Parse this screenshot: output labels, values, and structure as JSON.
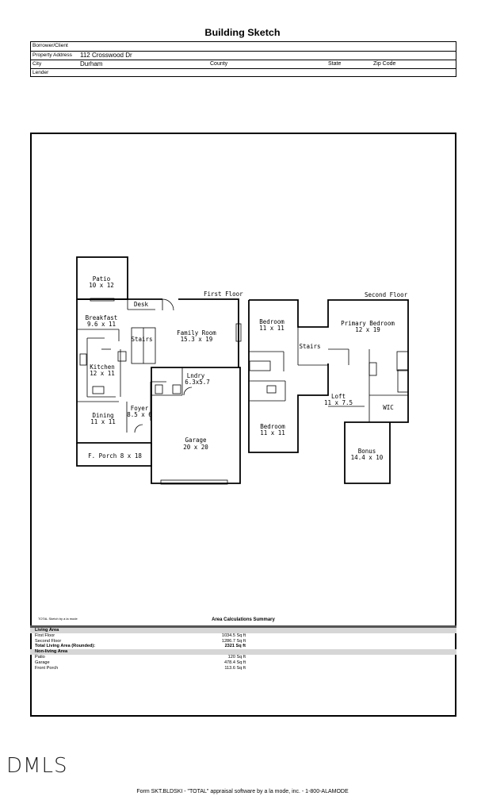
{
  "header": {
    "title": "Building Sketch",
    "borrower_label": "Borrower/Client",
    "borrower_value": "",
    "property_label": "Property Address",
    "property_value": "112 Crosswood Dr",
    "city_label": "City",
    "city_value": "Durham",
    "county_label": "County",
    "state_label": "State",
    "zip_label": "Zip Code",
    "lender_label": "Lender"
  },
  "sketch": {
    "first_floor_label": "First Floor",
    "second_floor_label": "Second Floor",
    "rooms": {
      "patio": [
        "Patio",
        "10 x 12"
      ],
      "desk": [
        "Desk"
      ],
      "breakfast": [
        "Breakfast",
        "9.6 x 11"
      ],
      "stairs1": [
        "Stairs"
      ],
      "family": [
        "Family Room",
        "15.3 x 19"
      ],
      "kitchen": [
        "Kitchen",
        "12 x 11"
      ],
      "laundry": [
        "Lndry",
        "6.3x5.7"
      ],
      "foyer": [
        "Foyer",
        "8.5 x 6"
      ],
      "dining": [
        "Dining",
        "11 x 11"
      ],
      "garage": [
        "Garage",
        "20 x 20"
      ],
      "porch": [
        "F. Porch 8 x 18"
      ],
      "bedroom1": [
        "Bedroom",
        "11 x 11"
      ],
      "stairs2": [
        "Stairs"
      ],
      "primary": [
        "Primary Bedroom",
        "12 x 19"
      ],
      "loft": [
        "Loft",
        "11 x 7.5"
      ],
      "wic": [
        "WIC"
      ],
      "bedroom2": [
        "Bedroom",
        "11 x 11"
      ],
      "bonus": [
        "Bonus",
        "14.4 x 10"
      ]
    }
  },
  "summary": {
    "credit": "TOTAL Sketch by a la mode",
    "title": "Area Calculations Summary",
    "living_header": "Living Area",
    "first_floor": [
      "First Floor",
      "1034.5 Sq ft"
    ],
    "second_floor": [
      "Second Floor",
      "1286.7 Sq ft"
    ],
    "total_living": [
      "Total Living Area (Rounded):",
      "2321 Sq ft"
    ],
    "nonliving_header": "Non-living Area",
    "patio": [
      "Patio",
      "120 Sq ft"
    ],
    "garage": [
      "Garage",
      "478.4 Sq ft"
    ],
    "front_porch": [
      "Front Porch",
      "113.6 Sq ft"
    ]
  },
  "footer": {
    "logo": "DMLS",
    "form_text": "Form SKT.BLDSKI - \"TOTAL\" appraisal software by a la mode, inc. - 1-800-ALAMODE"
  }
}
